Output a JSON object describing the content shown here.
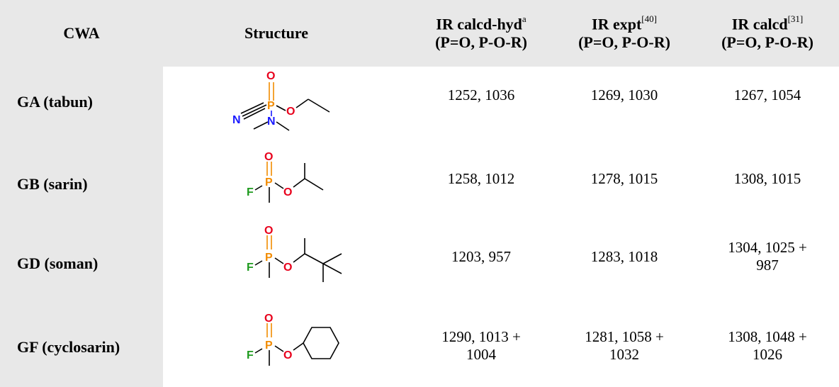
{
  "columns": {
    "cwa": "CWA",
    "structure": "Structure",
    "calcd_hyd": {
      "title": "IR calcd-hyd",
      "sup": "a",
      "sub": "(P=O, P-O-R)"
    },
    "expt": {
      "title": "IR expt",
      "sup": "[40]",
      "sub": "(P=O, P-O-R)"
    },
    "calcd": {
      "title": "IR calcd",
      "sup": "[31]",
      "sub": "(P=O, P-O-R)"
    }
  },
  "rows": [
    {
      "cwa": "GA (tabun)",
      "calcd_hyd": [
        "1252, 1036"
      ],
      "expt": [
        "1269, 1030"
      ],
      "calcd": [
        "1267, 1054"
      ],
      "atoms": {
        "o_top": "O",
        "p": "P",
        "o_ester": "O",
        "n_nitrile": "N",
        "n_amine": "N"
      }
    },
    {
      "cwa": "GB (sarin)",
      "calcd_hyd": [
        "1258, 1012"
      ],
      "expt": [
        "1278, 1015"
      ],
      "calcd": [
        "1308, 1015"
      ],
      "atoms": {
        "o_top": "O",
        "p": "P",
        "o_ester": "O",
        "f": "F"
      }
    },
    {
      "cwa": "GD (soman)",
      "calcd_hyd": [
        "1203, 957"
      ],
      "expt": [
        "1283, 1018"
      ],
      "calcd": [
        "1304, 1025 +",
        "987"
      ],
      "atoms": {
        "o_top": "O",
        "p": "P",
        "o_ester": "O",
        "f": "F"
      }
    },
    {
      "cwa": "GF (cyclosarin)",
      "calcd_hyd": [
        "1290, 1013 +",
        "1004"
      ],
      "expt": [
        "1281, 1058 +",
        "1032"
      ],
      "calcd": [
        "1308, 1048 +",
        "1026"
      ],
      "atoms": {
        "o_top": "O",
        "p": "P",
        "o_ester": "O",
        "f": "F"
      }
    }
  ],
  "colors": {
    "oxygen": "#e8001c",
    "phosphorus": "#f28c00",
    "nitrogen": "#1a1aff",
    "fluorine": "#1e9a1e",
    "header_bg": "#e8e8e8"
  }
}
